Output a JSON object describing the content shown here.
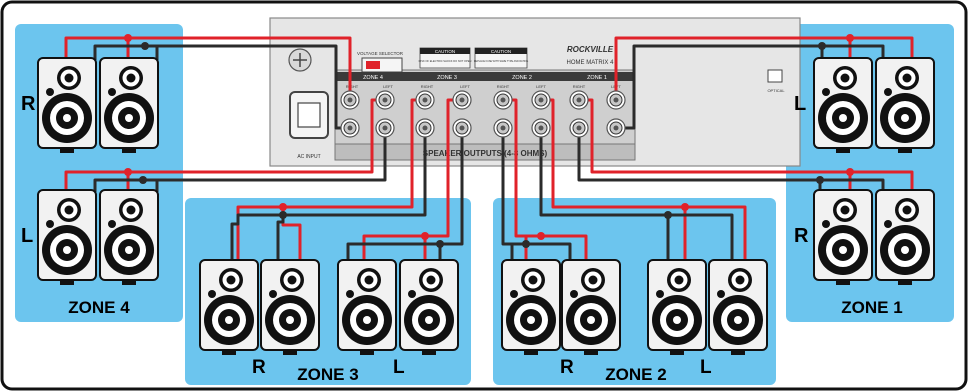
{
  "zones": [
    {
      "label": "ZONE 4",
      "top_letter": "R",
      "bottom_letter": "L"
    },
    {
      "label": "ZONE 3",
      "left_letter": "R",
      "right_letter": "L"
    },
    {
      "label": "ZONE 2",
      "left_letter": "R",
      "right_letter": "L"
    },
    {
      "label": "ZONE 1",
      "top_letter": "L",
      "bottom_letter": "R"
    }
  ],
  "amplifier": {
    "brand": "ROCKVILLE",
    "model": "HOME MATRIX 4",
    "voltage_selector": "VOLTAGE SELECTOR",
    "caution_1": "CAUTION",
    "caution_1_text": "RISK OF ELECTRIC SHOCK DO NOT OPEN",
    "caution_2": "CAUTION",
    "caution_2_text": "REPLACE FUSE WITH SAME TYPE AND RATING",
    "speaker_outputs": "SPEAKER OUTPUTS (4-8 OHMS)",
    "ac_input": "AC INPUT",
    "optical": "OPTICAL",
    "channels": [
      {
        "zone": "ZONE 4",
        "right": "RIGHT",
        "left": "LEFT"
      },
      {
        "zone": "ZONE 3",
        "right": "RIGHT",
        "left": "LEFT"
      },
      {
        "zone": "ZONE 2",
        "right": "RIGHT",
        "left": "LEFT"
      },
      {
        "zone": "ZONE 1",
        "right": "RIGHT",
        "left": "LEFT"
      }
    ]
  },
  "colors": {
    "zone_bg": "#6cc5ee",
    "positive_wire": "#e0222a",
    "negative_wire": "#2b2b2b",
    "speaker_cabinet": "#f2f2f2",
    "amp_panel": "#e6e6e6"
  }
}
